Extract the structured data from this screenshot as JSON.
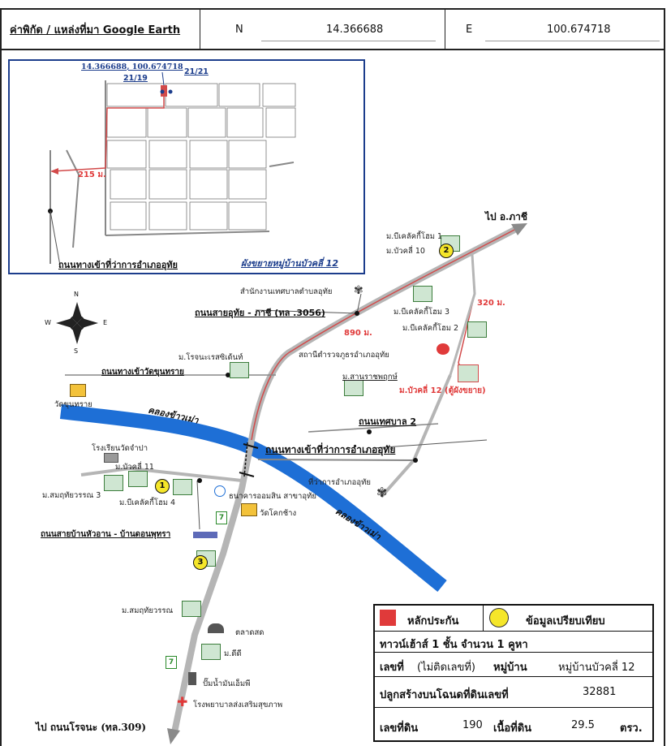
{
  "header": {
    "source_label": "ค่าพิกัด / แหล่งที่มา Google Earth",
    "n_label": "N",
    "n_value": "14.366688",
    "e_label": "E",
    "e_value": "100.674718"
  },
  "inset": {
    "coord_label": "14.366688, 100.674718",
    "plot_left": "21/19",
    "plot_right": "21/21",
    "distance": "215 ม.",
    "road_caption": "ถนนทางเข้าที่ว่าการอำเภออุทัย",
    "plan_caption": "ผังขยายหมู่บ้านบัวคลี่ 12"
  },
  "compass": {
    "n": "N",
    "s": "S",
    "e": "E",
    "w": "W"
  },
  "labels": {
    "to_phachi": "ไป อ.ภาชี",
    "b_home1": "ม.บีเคลัคกี้โฮม 1",
    "bua_10": "ม.บัวคลี่ 10",
    "municipal_office": "สำนักงานเทศบาลตำบลอุทัย",
    "road_uthai_phachi": "ถนนสายอุทัย - ภาชี (ทล .3056)",
    "b_home3": "ม.บีเคลัคกี้โฮม 3",
    "b_home2": "ม.บีเคลัคกี้โฮม 2",
    "dist_320": "320 ม.",
    "dist_890": "890 ม.",
    "police": "สถานีตำรวจภูธรอำเภออุทัย",
    "resident": "ม.โรจนะเรสซิเด้นท์",
    "road_wat": "ถนนทางเข้าวัดขุนทราย",
    "wat_khunsai": "วัดขุนทราย",
    "sansaraj": "ม.สานราชพฤกษ์",
    "bua_12": "ม.บัวคลี่ 12 (ตู้ผังขยาย)",
    "canal_top": "คลองข้าวเม่า",
    "road_tessaban": "ถนนเทศบาล 2",
    "school": "โรงเรียนวัดจำปา",
    "road_district": "ถนนทางเข้าที่ว่าการอำเภออุทัย",
    "bua_11": "ม.บัวคลี่ 11",
    "district_office": "ที่ว่าการอำเภออุทัย",
    "somruethai3": "ม.สมฤทัยวรรณ 3",
    "b_home4": "ม.บีเคลัคกี้โฮม 4",
    "gsb_bank": "ธนาคารออมสิน สาขาอุทัย",
    "wat_khok": "วัดโคกช้าง",
    "road_huaran": "ถนนสายบ้านหัวอาน - บ้านดอนพุทรา",
    "canal_bottom": "คลองข้าวเม่า",
    "somruethai": "ม.สมฤทัยวรรณ",
    "market": "ตลาดสด",
    "dd": "ม.ดีดี",
    "pump": "ปั๊มน้ำมันเอ็มพี",
    "hospital": "โรงพยาบาลส่งเสริมสุขภาพ",
    "to_rojana": "ไป ถนนโรจนะ (ทล.309)",
    "num1": "1",
    "num2": "2",
    "num3": "3",
    "seven_a": "7",
    "seven_b": "7"
  },
  "legend": {
    "collateral_label": "หลักประกัน",
    "comparable_label": "ข้อมูลเปรียบเทียบ",
    "type": "ทาวน์เฮ้าส์ 1 ชั้น จำนวน 1 คูหา",
    "no_label": "เลขที่",
    "no_value": "(ไม่ติดเลขที่)",
    "village_label": "หมู่บ้าน",
    "village_value": "หมู่บ้านบัวคลี่ 12",
    "deed_label": "ปลูกสร้างบนโฉนดที่ดินเลขที่",
    "deed_value": "32881",
    "land_no_label": "เลขที่ดิน",
    "land_no_value": "190",
    "area_label": "เนื้อที่ดิน",
    "area_value": "29.5",
    "area_unit": "ตรว.",
    "collateral_color": "#e03a3a",
    "comparable_color": "#f5e62a"
  }
}
